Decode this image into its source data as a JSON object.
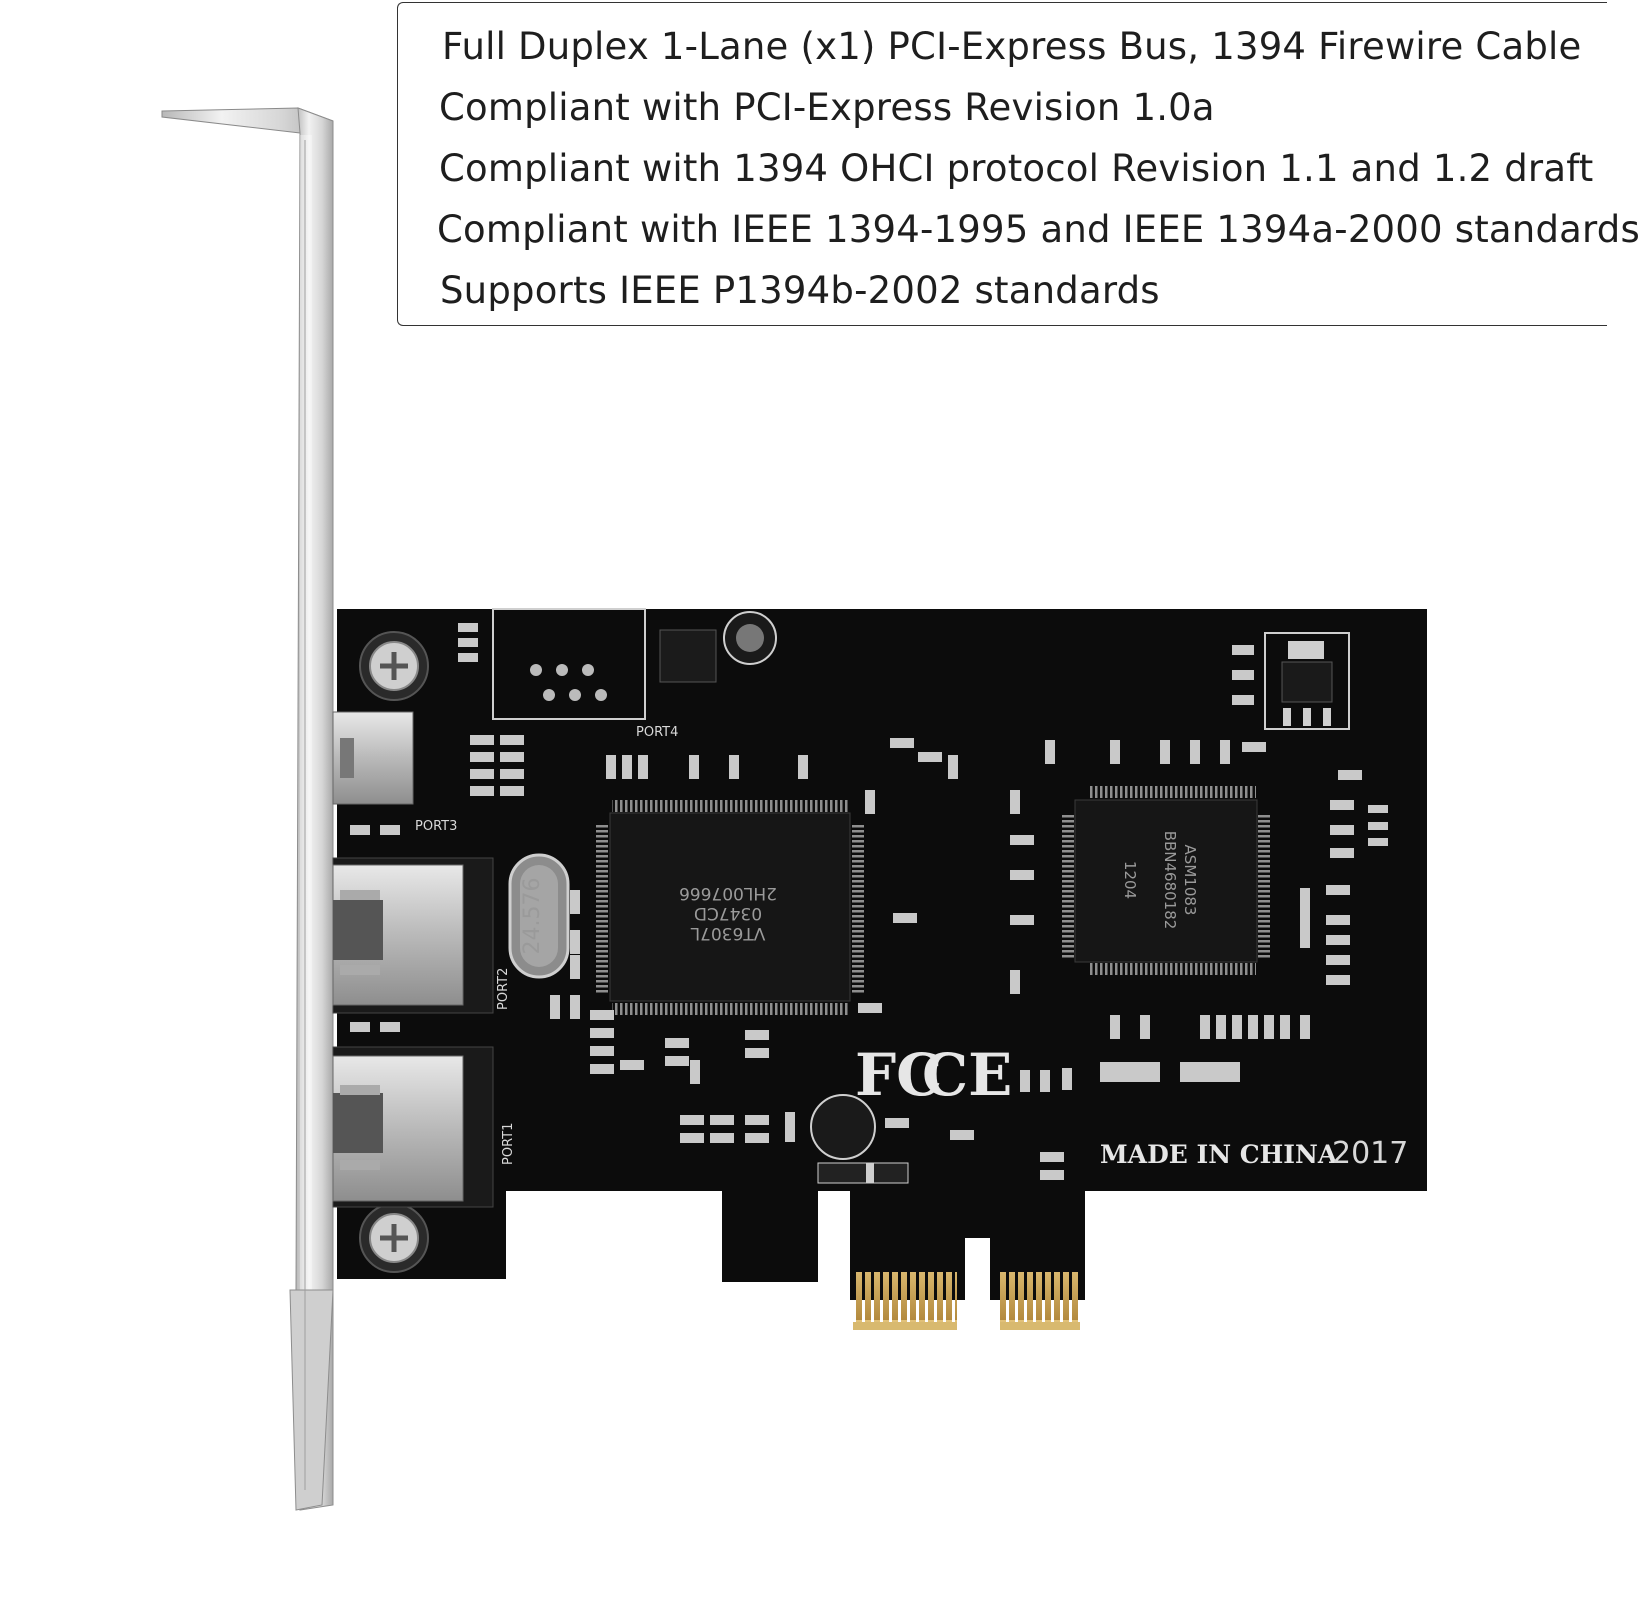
{
  "specs": [
    "Full Duplex 1-Lane (x1) PCI-Express Bus, 1394 Firewire Cable",
    "Compliant with PCI-Express Revision 1.0a",
    "Compliant with 1394 OHCI protocol Revision 1.1 and 1.2 draft",
    "Compliant with IEEE 1394-1995 and IEEE 1394a-2000 standards",
    "Supports IEEE P1394b-2002 standards"
  ],
  "board": {
    "made_in": "MADE IN CHINA",
    "year": "2017",
    "controller_chip": [
      "VT6307L",
      "0347CD",
      "2HL007666"
    ],
    "bridge_chip": [
      "ASM1083",
      "BBN4680182",
      "1204"
    ],
    "crystal": "24.576",
    "fc_mark": "FC",
    "ce_mark": "CE",
    "ports": [
      "PORT1",
      "PORT2",
      "PORT3",
      "PORT4"
    ]
  },
  "colors": {
    "pcb": "#0c0c0c",
    "bracket": "#d9d9d9",
    "gold_contacts": "#c9a45a",
    "silkscreen": "#d8d8d8"
  }
}
